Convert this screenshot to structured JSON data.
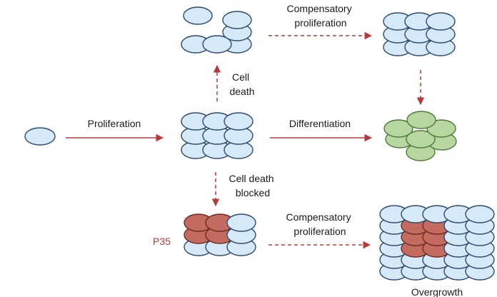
{
  "labels": {
    "proliferation": "Proliferation",
    "cell_death": [
      "Cell",
      "death"
    ],
    "compensatory_top": [
      "Compensatory",
      "proliferation"
    ],
    "differentiation": "Differentiation",
    "cell_death_blocked": [
      "Cell death",
      "blocked"
    ],
    "compensatory_bottom": [
      "Compensatory",
      "proliferation"
    ],
    "p35": "P35",
    "overgrowth": "Overgrowth"
  },
  "colors": {
    "cell_blue": "#d6e9f8",
    "cell_green": "#b7d7a1",
    "cell_red": "#c36b5f",
    "arrow": "#b63a3a",
    "outline": "#2b4a6e",
    "outline_green": "#4f7a37",
    "outline_red": "#6e2b25"
  }
}
